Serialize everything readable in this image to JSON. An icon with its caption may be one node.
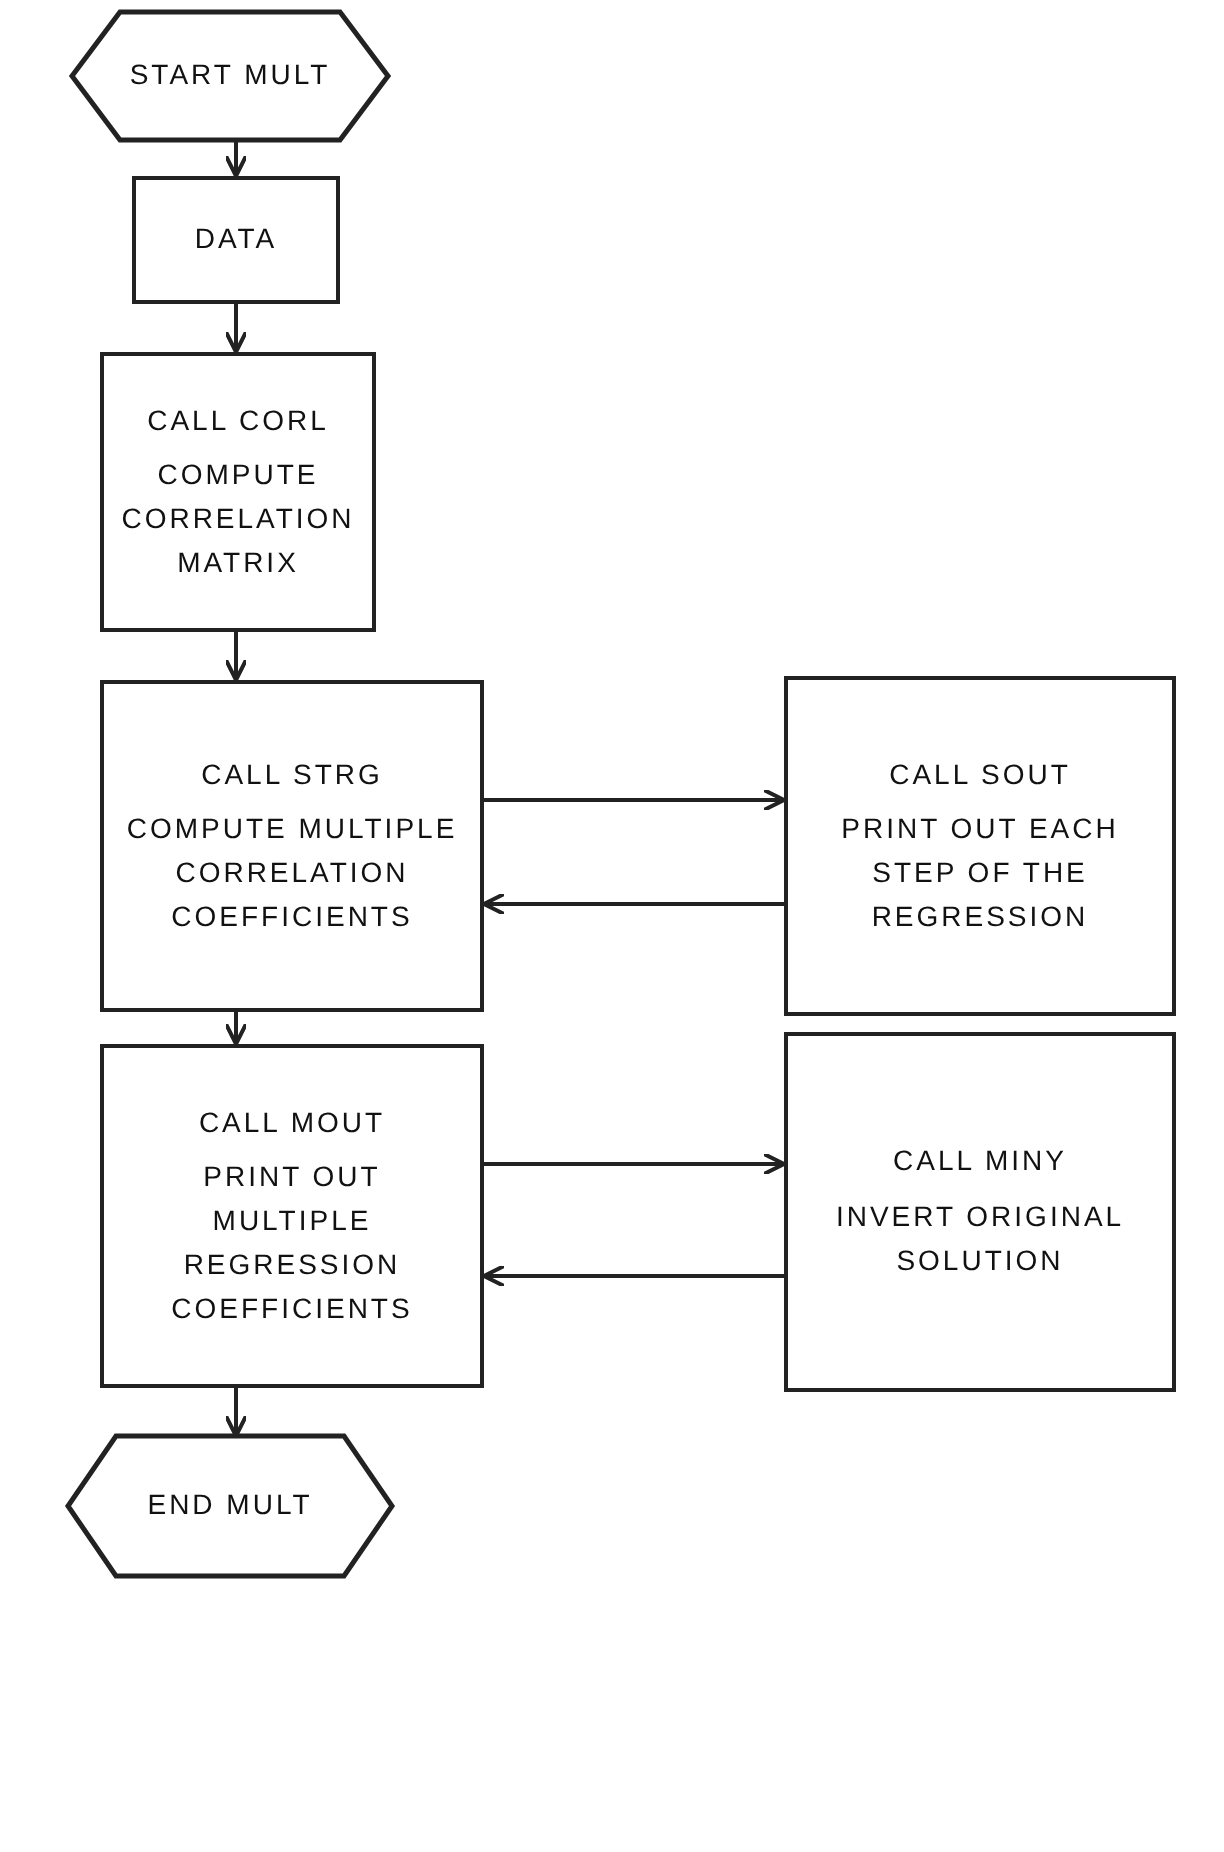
{
  "diagram": {
    "nodes": [
      {
        "text": [
          "START MULT"
        ]
      },
      {
        "text": [
          "DATA"
        ]
      },
      {
        "text": [
          "CALL CORL",
          "COMPUTE CORRELATION MATRIX"
        ]
      },
      {
        "text": [
          "CALL STRG",
          "COMPUTE MULTIPLE CORRELATION COEFFICIENTS"
        ]
      },
      {
        "text": [
          "CALL SOUT",
          "PRINT OUT EACH STEP OF THE REGRESSION"
        ]
      },
      {
        "text": [
          "CALL MOUT",
          "PRINT OUT MULTIPLE REGRESSION COEFFICIENTS"
        ]
      },
      {
        "text": [
          "CALL MINY",
          "INVERT ORIGINAL SOLUTION"
        ]
      },
      {
        "text": [
          "END MULT"
        ]
      }
    ],
    "edges": [
      {
        "from": 0,
        "to": 1,
        "arrow": "to"
      },
      {
        "from": 1,
        "to": 2,
        "arrow": "to"
      },
      {
        "from": 2,
        "to": 3,
        "arrow": "to"
      },
      {
        "from": 3,
        "to": 4,
        "arrow": "to"
      },
      {
        "from": 4,
        "to": 3,
        "arrow": "to"
      },
      {
        "from": 3,
        "to": 5,
        "arrow": "to"
      },
      {
        "from": 5,
        "to": 6,
        "arrow": "to"
      },
      {
        "from": 6,
        "to": 5,
        "arrow": "to"
      },
      {
        "from": 5,
        "to": 7,
        "arrow": "to"
      }
    ]
  }
}
